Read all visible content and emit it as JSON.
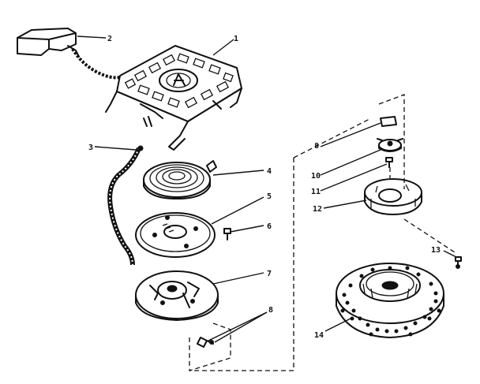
{
  "callouts": [
    {
      "id": "c1",
      "label": "1"
    },
    {
      "id": "c2",
      "label": "2"
    },
    {
      "id": "c3",
      "label": "3"
    },
    {
      "id": "c4",
      "label": "4"
    },
    {
      "id": "c5",
      "label": "5"
    },
    {
      "id": "c6",
      "label": "6"
    },
    {
      "id": "c7",
      "label": "7"
    },
    {
      "id": "c8a",
      "label": "8"
    },
    {
      "id": "c8b",
      "label": "8"
    },
    {
      "id": "c10",
      "label": "10"
    },
    {
      "id": "c11",
      "label": "11"
    },
    {
      "id": "c12",
      "label": "12"
    },
    {
      "id": "c13",
      "label": "13"
    },
    {
      "id": "c14",
      "label": "14"
    }
  ]
}
